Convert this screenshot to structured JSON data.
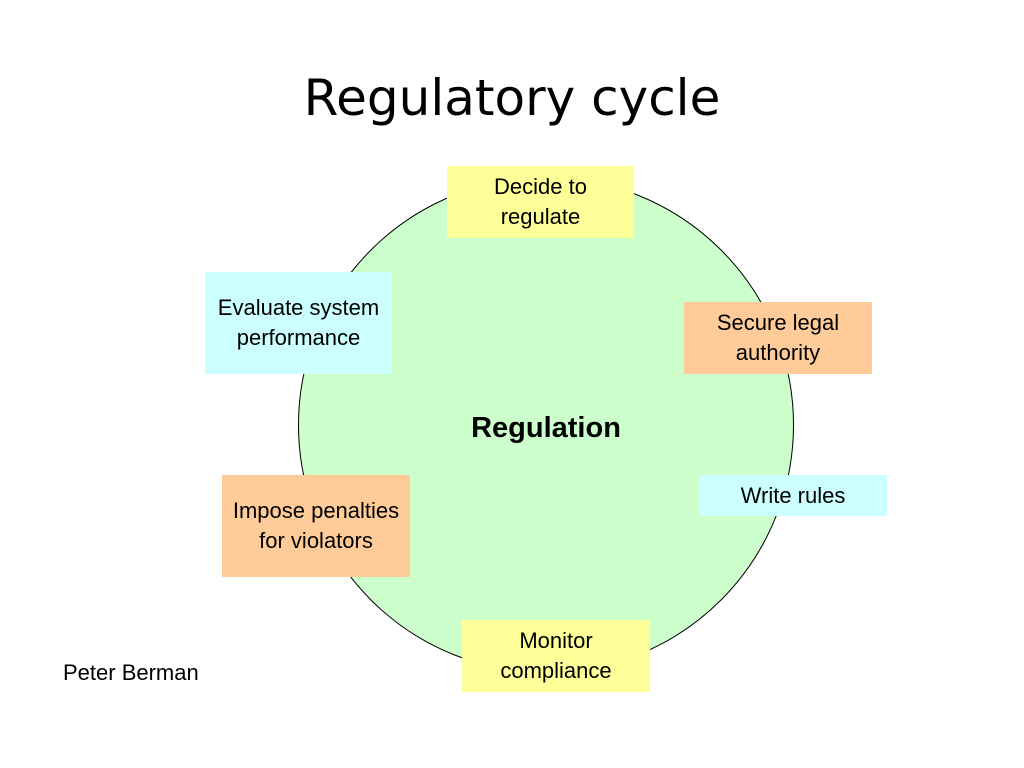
{
  "title": "Regulatory cycle",
  "center_label": "Regulation",
  "footer": {
    "author": "Peter Berman"
  },
  "colors": {
    "circle_fill": "#ccffcc",
    "yellow": "#ffff99",
    "orange": "#ffcc99",
    "cyan": "#ccffff"
  },
  "steps": [
    {
      "label": "Decide to regulate",
      "color": "#ffff99"
    },
    {
      "label": "Secure legal authority",
      "color": "#ffcc99"
    },
    {
      "label": "Write rules",
      "color": "#ccffff"
    },
    {
      "label": "Monitor compliance",
      "color": "#ffff99"
    },
    {
      "label": "Impose penalties for violators",
      "color": "#ffcc99"
    },
    {
      "label": "Evaluate system performance",
      "color": "#ccffff"
    }
  ]
}
